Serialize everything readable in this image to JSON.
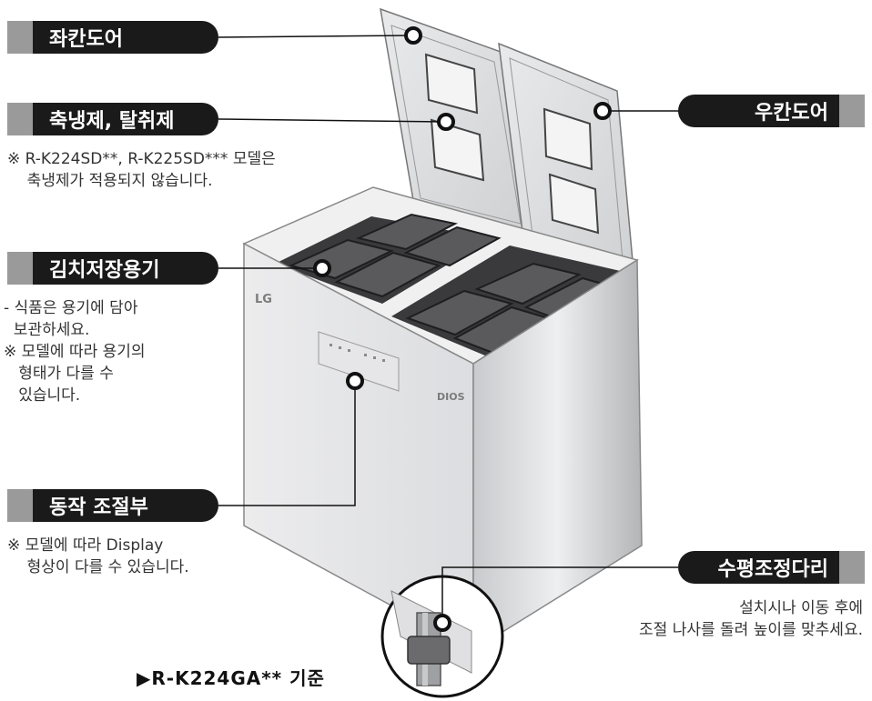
{
  "labels": {
    "left_door": "좌칸도어",
    "coolant": "축냉제, 탈취제",
    "container": "김치저장용기",
    "control": "동작 조절부",
    "right_door": "우칸도어",
    "leveling_leg": "수평조정다리"
  },
  "notes": {
    "coolant": "※ R-K224SD**, R-K225SD*** 모델은\n    축냉제가 적용되지 않습니다.",
    "container": "- 식품은 용기에 담아\n  보관하세요.\n※ 모델에 따라 용기의\n   형태가 다를 수\n   있습니다.",
    "control": "※ 모델에 따라 Display\n    형상이 다를 수 있습니다.",
    "leveling_leg": "설치시나 이동 후에\n조절 나사를 돌려 높이를 맞추세요."
  },
  "caption": "▶R-K224GA** 기준",
  "logo": "LG",
  "brand_mark": "DIOS",
  "colors": {
    "pill_bg": "#1a1a1a",
    "pill_accent": "#9a9a9a",
    "appliance_body": "#d9dadb"
  }
}
